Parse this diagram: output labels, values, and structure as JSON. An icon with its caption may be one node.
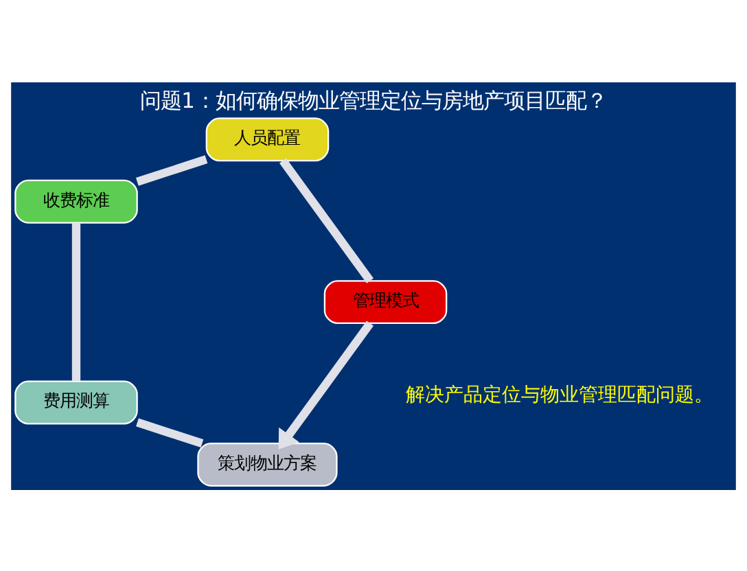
{
  "diagram": {
    "title": "问题1：如何确保物业管理定位与房地产项目匹配？",
    "nodes": [
      {
        "text": [
          "策划物业方案"
        ]
      },
      {
        "text": [
          "费用测算"
        ]
      },
      {
        "text": [
          "收费标准"
        ]
      },
      {
        "text": [
          "人员配置"
        ]
      },
      {
        "text": [
          "管理模式"
        ]
      }
    ],
    "edges": [
      {
        "from": 0,
        "to": 1,
        "arrow": "none"
      },
      {
        "from": 1,
        "to": 2,
        "arrow": "none"
      },
      {
        "from": 2,
        "to": 3,
        "arrow": "none"
      },
      {
        "from": 3,
        "to": 4,
        "arrow": "none"
      },
      {
        "from": 4,
        "to": 0,
        "arrow": "to"
      }
    ],
    "labels": [
      "解决产品定位与物业管理匹配问题。"
    ]
  }
}
